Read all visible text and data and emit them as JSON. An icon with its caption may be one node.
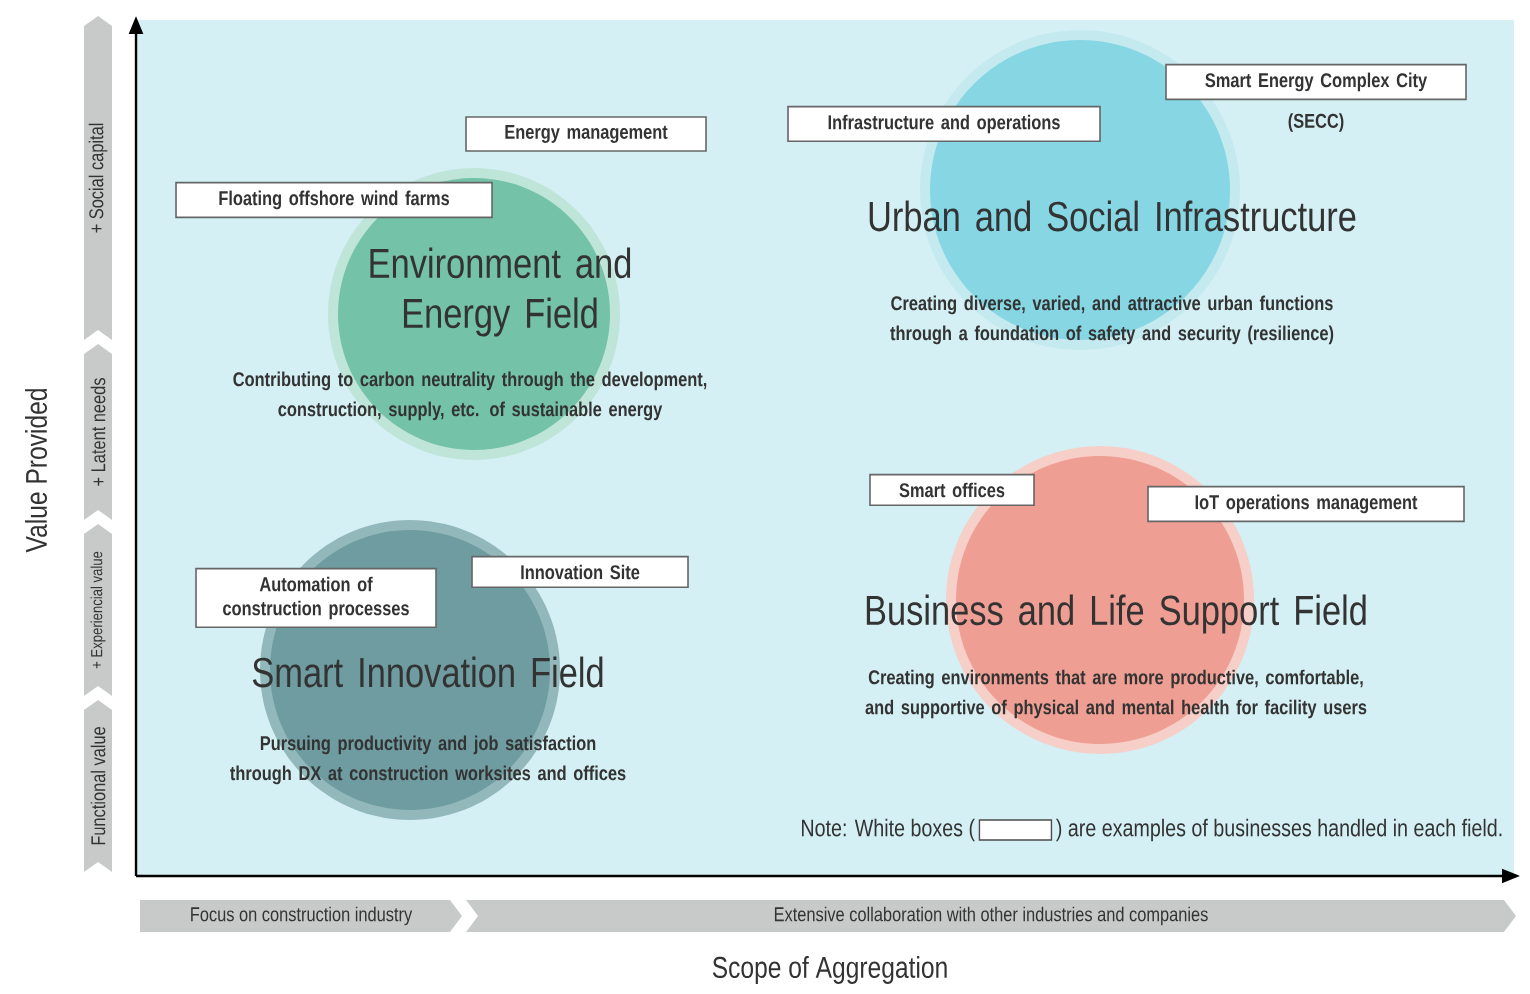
{
  "diagram": {
    "nodes": [
      {
        "text": [
          "Energy management"
        ]
      },
      {
        "text": [
          "Floating offshore wind farms"
        ]
      },
      {
        "text": [
          "Environment and Energy Field",
          "Contributing to carbon neutrality through the development, construction, supply, etc. of sustainable energy"
        ]
      },
      {
        "text": [
          "Infrastructure and operations"
        ]
      },
      {
        "text": [
          "Smart Energy Complex City"
        ],
        "beside": [
          "(SECC)"
        ]
      },
      {
        "text": [
          "Urban and Social Infrastructure",
          "Creating diverse, varied, and attractive urban functions through a foundation of safety and security (resilience)"
        ]
      },
      {
        "text": [
          "Smart offices"
        ]
      },
      {
        "text": [
          "IoT operations management"
        ]
      },
      {
        "text": [
          "Business and Life Support Field",
          "Creating environments that are more productive, comfortable, and supportive of physical and mental health for facility users"
        ]
      },
      {
        "text": [
          "Automation of construction processes"
        ]
      },
      {
        "text": [
          "Innovation Site"
        ]
      },
      {
        "text": [
          "Smart Innovation Field",
          "Pursuing productivity and job satisfaction through DX at construction worksites and offices"
        ]
      },
      {
        "text": [
          "Functional value"
        ]
      },
      {
        "text": [
          "+ Experiencial value"
        ]
      },
      {
        "text": [
          "+ Latent needs"
        ]
      },
      {
        "text": [
          "+ Social capital"
        ]
      },
      {
        "text": [
          "Focus on construction industry"
        ]
      },
      {
        "text": [
          "Extensive collaboration with other industries and companies"
        ]
      }
    ],
    "labels": [
      "Value Provided",
      "Scope of Aggregation",
      "Note: White boxes (",
      ") are examples of businesses handled in each field."
    ]
  }
}
